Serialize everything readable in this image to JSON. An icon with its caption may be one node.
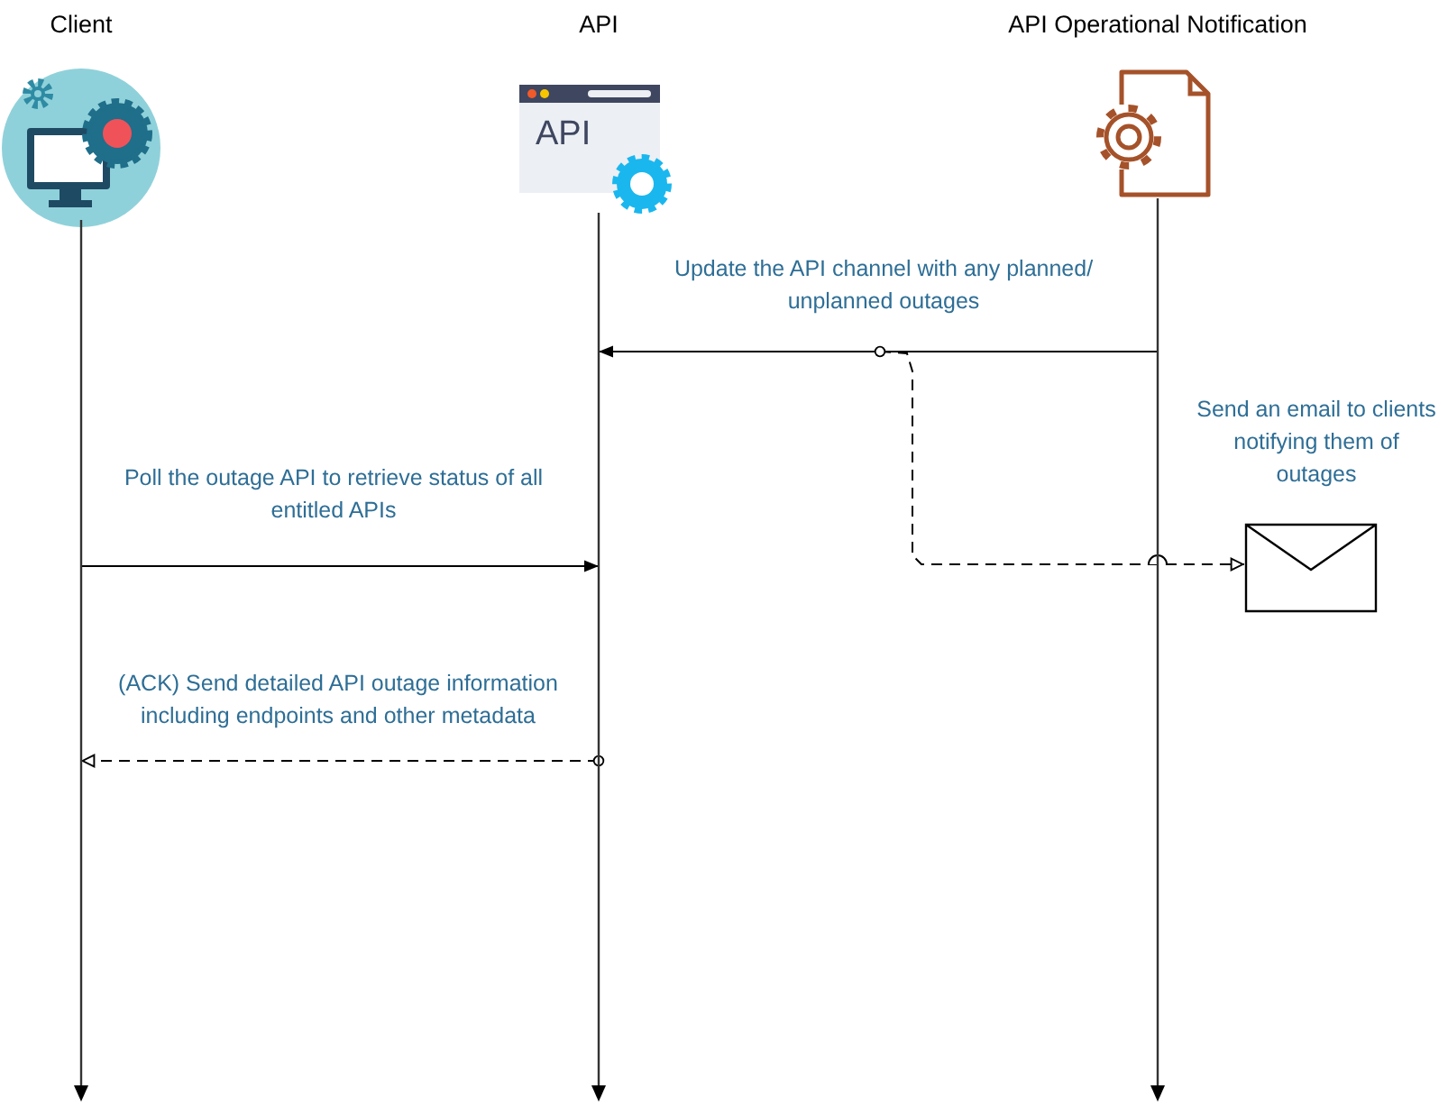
{
  "diagram": {
    "nodes": [
      {
        "text": [
          "Client"
        ]
      },
      {
        "text": [
          "API"
        ]
      },
      {
        "text": [
          "API Operational Notification"
        ]
      },
      {
        "text": [],
        "shape": "line"
      },
      {
        "text": [],
        "shape": "line"
      },
      {
        "text": [],
        "shape": "line"
      },
      {
        "text": [],
        "shape": "picture",
        "beside": [
          "Send an email to clients notifying them of outages"
        ]
      }
    ],
    "edges": [
      {
        "from": 5,
        "to": 4,
        "arrow": "to",
        "label": "Update the API channel with any planned/ unplanned outages"
      },
      {
        "from": null,
        "to": 6,
        "arrow": "to",
        "style": "dashed"
      },
      {
        "from": 3,
        "to": 4,
        "arrow": "to",
        "label": "Poll the outage API to retrieve status of all entitled APIs"
      },
      {
        "from": 4,
        "to": 3,
        "arrow": "to",
        "style": "dashed",
        "label": "(ACK) Send detailed API outage information including endpoints and other metadata"
      }
    ],
    "labels": [
      "API"
    ]
  }
}
